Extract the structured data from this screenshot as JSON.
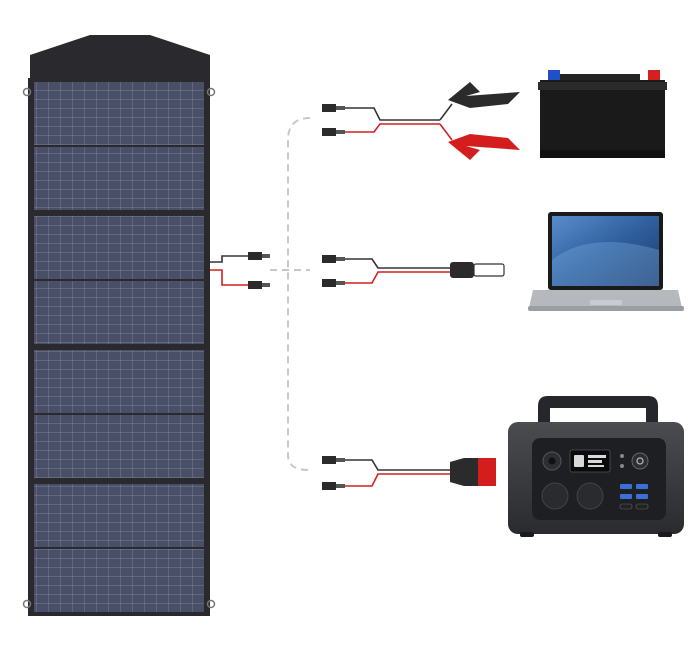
{
  "scene": {
    "background": "#ffffff",
    "colors": {
      "panel_frame": "#2a2a2e",
      "panel_cell": "#4a4f68",
      "panel_grid": "#8a8fa8",
      "cable_red": "#d41e1e",
      "cable_dark": "#333333",
      "dashed_cable": "#c8c8c8",
      "clamp_black": "#2b2b2b",
      "clamp_red": "#d41e1e",
      "battery_body": "#1a1a1a",
      "battery_positive": "#d42020",
      "battery_negative": "#2050c8",
      "laptop_screen": "#2f5f9c",
      "laptop_body": "#b5b8bd",
      "station_body": "#3a3c40",
      "station_handle": "#26272a",
      "station_face": "#1e1f22",
      "anderson_plug": "#d41e1e"
    },
    "items": [
      {
        "name": "foldable-solar-panel",
        "panels": 4
      },
      {
        "name": "car-battery-clamp-cable",
        "clamps": [
          "black",
          "red"
        ]
      },
      {
        "name": "dc-barrel-cable"
      },
      {
        "name": "anderson-cable"
      },
      {
        "name": "car-battery"
      },
      {
        "name": "laptop"
      },
      {
        "name": "portable-power-station"
      }
    ]
  }
}
